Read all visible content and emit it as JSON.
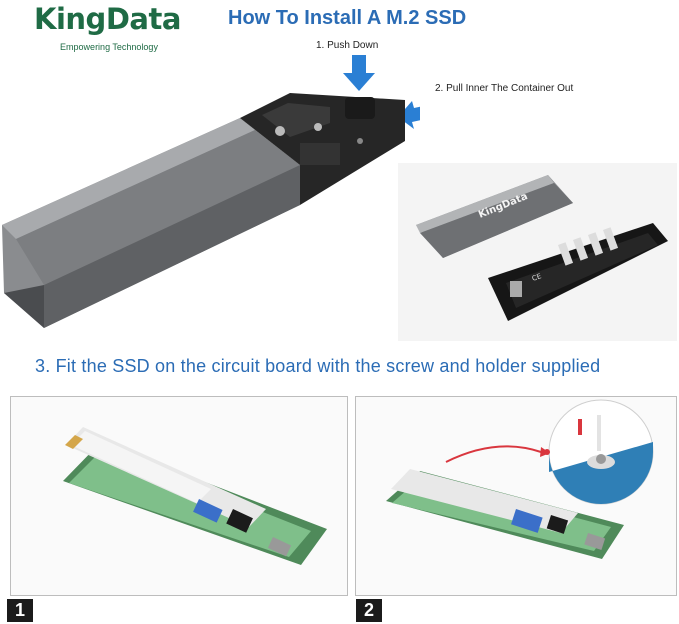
{
  "logo": {
    "name": "KingData",
    "tagline": "Empowering Technology"
  },
  "title": "How To Install A M.2 SSD",
  "steps": {
    "step1": "1. Push Down",
    "step2": "2. Pull Inner The Container Out",
    "step3": "3. Fit the SSD on the circuit board with the screw and holder supplied"
  },
  "product_label": "KingData",
  "badges": [
    "1",
    "2"
  ],
  "colors": {
    "brand_green": "#1f6b45",
    "title_blue": "#2b6cb5",
    "arrow_blue": "#2a7fd4",
    "arrow_red": "#d9363e"
  }
}
